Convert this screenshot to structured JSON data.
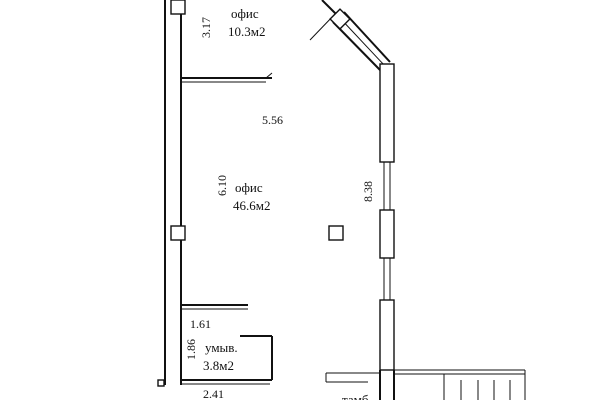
{
  "rooms": [
    {
      "id": "office-small",
      "name": "офис",
      "area": "10.3м2"
    },
    {
      "id": "office-large",
      "name": "офис",
      "area": "46.6м2"
    },
    {
      "id": "washroom",
      "name": "умыв.",
      "area": "3.8м2"
    }
  ],
  "dimensions": {
    "d1": "3.17",
    "d2": "5.56",
    "d3": "6.10",
    "d4": "8.38",
    "d5": "1.61",
    "d6": "1.86",
    "d7": "2.41"
  },
  "partial_label": "тамб"
}
